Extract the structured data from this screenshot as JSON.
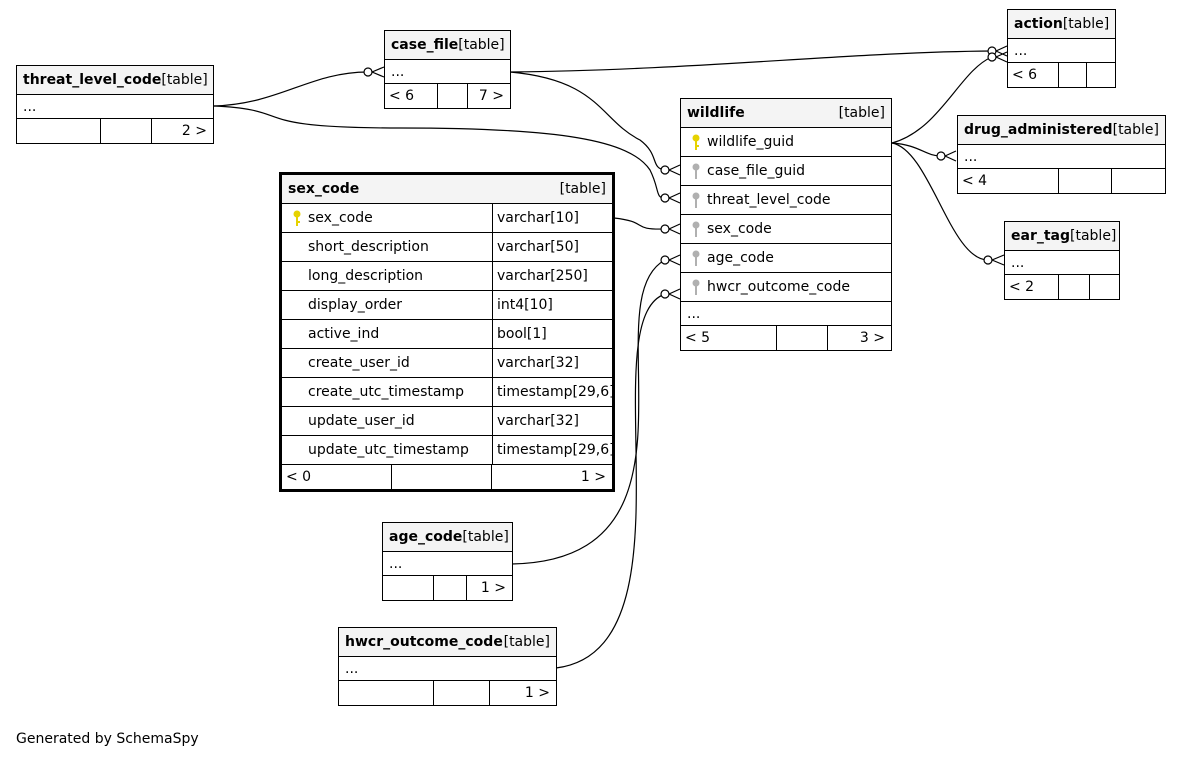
{
  "diagram": {
    "caption": "Generated by SchemaSpy",
    "tables": {
      "threat_level_code": {
        "name": "threat_level_code",
        "tag": "[table]",
        "dots": "...",
        "f_left": "",
        "f_right": "2 >"
      },
      "case_file": {
        "name": "case_file",
        "tag": "[table]",
        "dots": "...",
        "f_left": "< 6",
        "f_right": "7 >"
      },
      "action": {
        "name": "action",
        "tag": "[table]",
        "dots": "...",
        "f_left": "< 6",
        "f_right": ""
      },
      "wildlife": {
        "name": "wildlife",
        "tag": "[table]",
        "dots": "...",
        "f_left": "< 5",
        "f_right": "3 >",
        "columns": [
          "wildlife_guid",
          "case_file_guid",
          "threat_level_code",
          "sex_code",
          "age_code",
          "hwcr_outcome_code"
        ]
      },
      "drug_administered": {
        "name": "drug_administered",
        "tag": "[table]",
        "dots": "...",
        "f_left": "< 4",
        "f_right": ""
      },
      "ear_tag": {
        "name": "ear_tag",
        "tag": "[table]",
        "dots": "...",
        "f_left": "< 2",
        "f_right": ""
      },
      "sex_code": {
        "name": "sex_code",
        "tag": "[table]",
        "f_left": "< 0",
        "f_right": "1 >",
        "columns": [
          {
            "name": "sex_code",
            "type": "varchar[10]"
          },
          {
            "name": "short_description",
            "type": "varchar[50]"
          },
          {
            "name": "long_description",
            "type": "varchar[250]"
          },
          {
            "name": "display_order",
            "type": "int4[10]"
          },
          {
            "name": "active_ind",
            "type": "bool[1]"
          },
          {
            "name": "create_user_id",
            "type": "varchar[32]"
          },
          {
            "name": "create_utc_timestamp",
            "type": "timestamp[29,6]"
          },
          {
            "name": "update_user_id",
            "type": "varchar[32]"
          },
          {
            "name": "update_utc_timestamp",
            "type": "timestamp[29,6]"
          }
        ]
      },
      "age_code": {
        "name": "age_code",
        "tag": "[table]",
        "dots": "...",
        "f_left": "",
        "f_right": "1 >"
      },
      "hwcr_outcome_code": {
        "name": "hwcr_outcome_code",
        "tag": "[table]",
        "dots": "...",
        "f_left": "",
        "f_right": "1 >"
      }
    },
    "colors": {
      "primary_key": "#e6d200",
      "foreign_key": "#b0b0b0",
      "header_bg": "#f4f4f4"
    }
  }
}
